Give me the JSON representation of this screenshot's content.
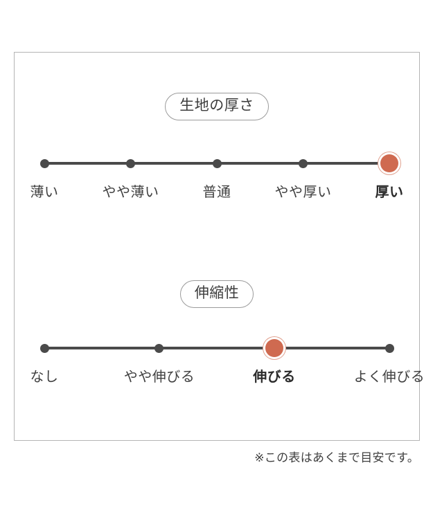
{
  "panel": {
    "accent_color": "#cf6a50",
    "dot_color": "#4a4a4a",
    "border_color": "#b4b4b4"
  },
  "chart_data": {
    "type": "bar",
    "title": "",
    "scales": [
      {
        "id": "fabric-thickness",
        "badge": "生地の厚さ",
        "categories": [
          "薄い",
          "やや薄い",
          "普通",
          "やや厚い",
          "厚い"
        ],
        "values": [
          0,
          0,
          0,
          0,
          1
        ],
        "selected_index": 4,
        "selected_label": "厚い"
      },
      {
        "id": "stretchiness",
        "badge": "伸縮性",
        "categories": [
          "なし",
          "やや伸びる",
          "伸びる",
          "よく伸びる"
        ],
        "values": [
          0,
          0,
          1,
          0
        ],
        "selected_index": 2,
        "selected_label": "伸びる"
      }
    ],
    "xlabel": "",
    "ylabel": "",
    "legend": [],
    "grid": false
  },
  "footnote": "※この表はあくまで目安です。"
}
